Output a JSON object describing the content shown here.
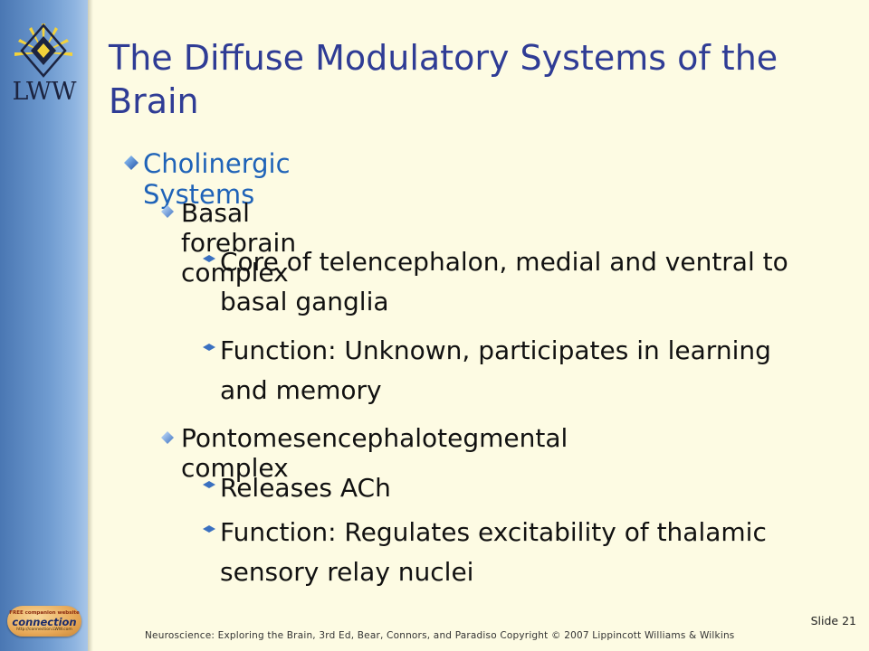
{
  "brand": {
    "logo_text": "LWW",
    "colors": {
      "sidebar": "#5b87c2",
      "title": "#2f3c95",
      "level1": "#1f63b8",
      "background": "#fdfbe3"
    }
  },
  "slide": {
    "title": "The Diffuse Modulatory Systems of the Brain",
    "bullets": [
      {
        "text": "Cholinergic Systems",
        "children": [
          {
            "text": "Basal forebrain complex",
            "children": [
              {
                "text": "Core of telencephalon, medial and ventral to basal ganglia"
              },
              {
                "text": "Function: Unknown, participates in learning and memory"
              }
            ]
          },
          {
            "text": "Pontomesencephalotegmental complex",
            "children": [
              {
                "text": "Releases ACh"
              },
              {
                "text": "Function: Regulates excitability of thalamic sensory relay nuclei"
              }
            ]
          }
        ]
      }
    ]
  },
  "footer": {
    "citation": "Neuroscience:  Exploring the Brain, 3rd Ed, Bear, Connors, and Paradiso  Copyright © 2007 Lippincott  Williams & Wilkins",
    "slide_number": "Slide 21"
  },
  "badge": {
    "top_text": "FREE companion website",
    "main_text": "connection",
    "url_text": "http://connection.LWW.com"
  }
}
